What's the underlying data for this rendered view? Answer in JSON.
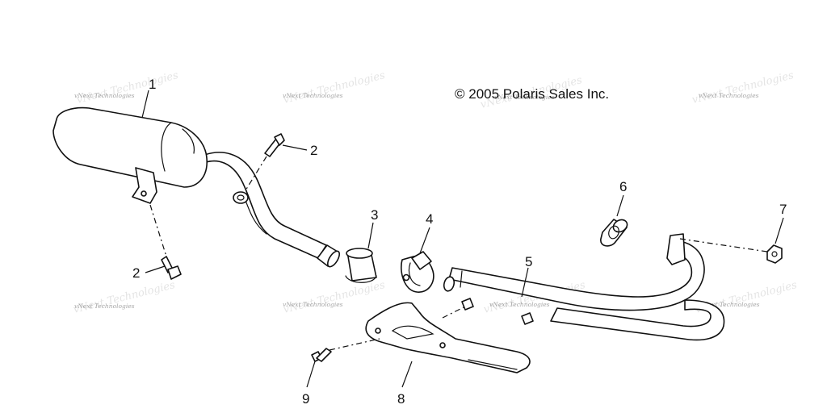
{
  "copyright": "© 2005 Polaris Sales Inc.",
  "watermark": "vNext Technologies",
  "callouts": {
    "c1": "1",
    "c2a": "2",
    "c2b": "2",
    "c3": "3",
    "c4": "4",
    "c5": "5",
    "c6": "6",
    "c7": "7",
    "c8": "8",
    "c9": "9"
  }
}
